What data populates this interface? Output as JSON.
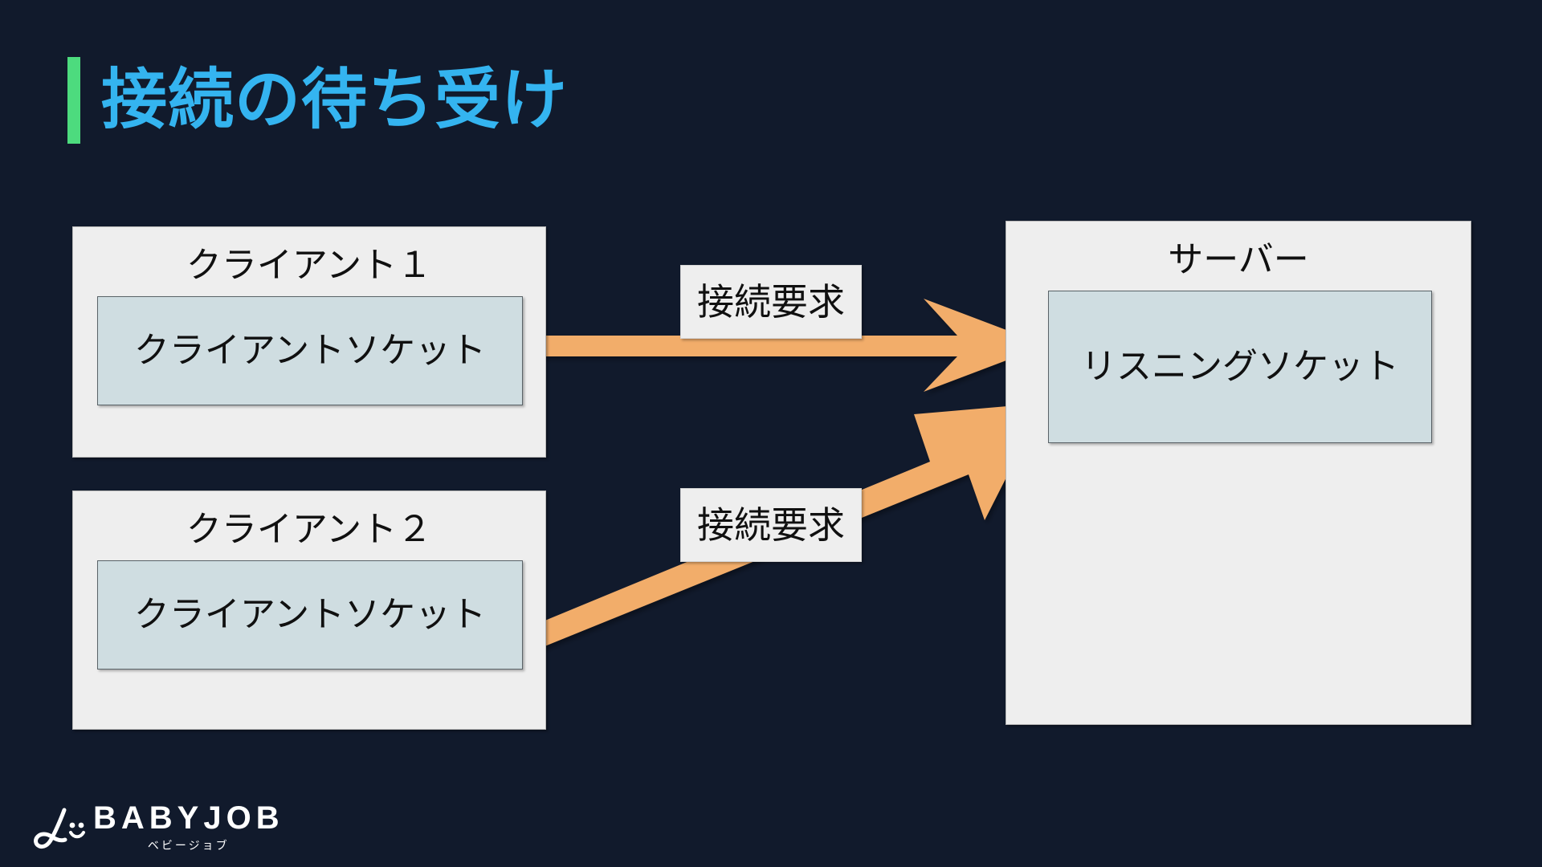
{
  "slide": {
    "background_color": "#111a2c",
    "title": "接続の待ち受け",
    "title_color": "#34b4f0",
    "accent_color": "#4ddb7e"
  },
  "diagram": {
    "nodes": [
      {
        "id": "client1",
        "title": "クライアント１",
        "socket_label": "クライアントソケット",
        "box_color": "#eeeeee",
        "socket_color": "#cfdde1"
      },
      {
        "id": "client2",
        "title": "クライアント２",
        "socket_label": "クライアントソケット",
        "box_color": "#eeeeee",
        "socket_color": "#cfdde1"
      },
      {
        "id": "server",
        "title": "サーバー",
        "socket_label": "リスニングソケット",
        "box_color": "#eeeeee",
        "socket_color": "#cfdde1"
      }
    ],
    "arrows": [
      {
        "id": "arrow-client1-to-server",
        "label": "接続要求",
        "from": "client1-socket",
        "to": "server-listening-socket",
        "color": "#f2ad6a"
      },
      {
        "id": "arrow-client2-to-server",
        "label": "接続要求",
        "from": "client2-socket",
        "to": "server-listening-socket",
        "color": "#f2ad6a"
      }
    ]
  },
  "logo": {
    "wordmark": "BABYJOB",
    "kana": "ベビージョブ",
    "color": "#ffffff"
  }
}
